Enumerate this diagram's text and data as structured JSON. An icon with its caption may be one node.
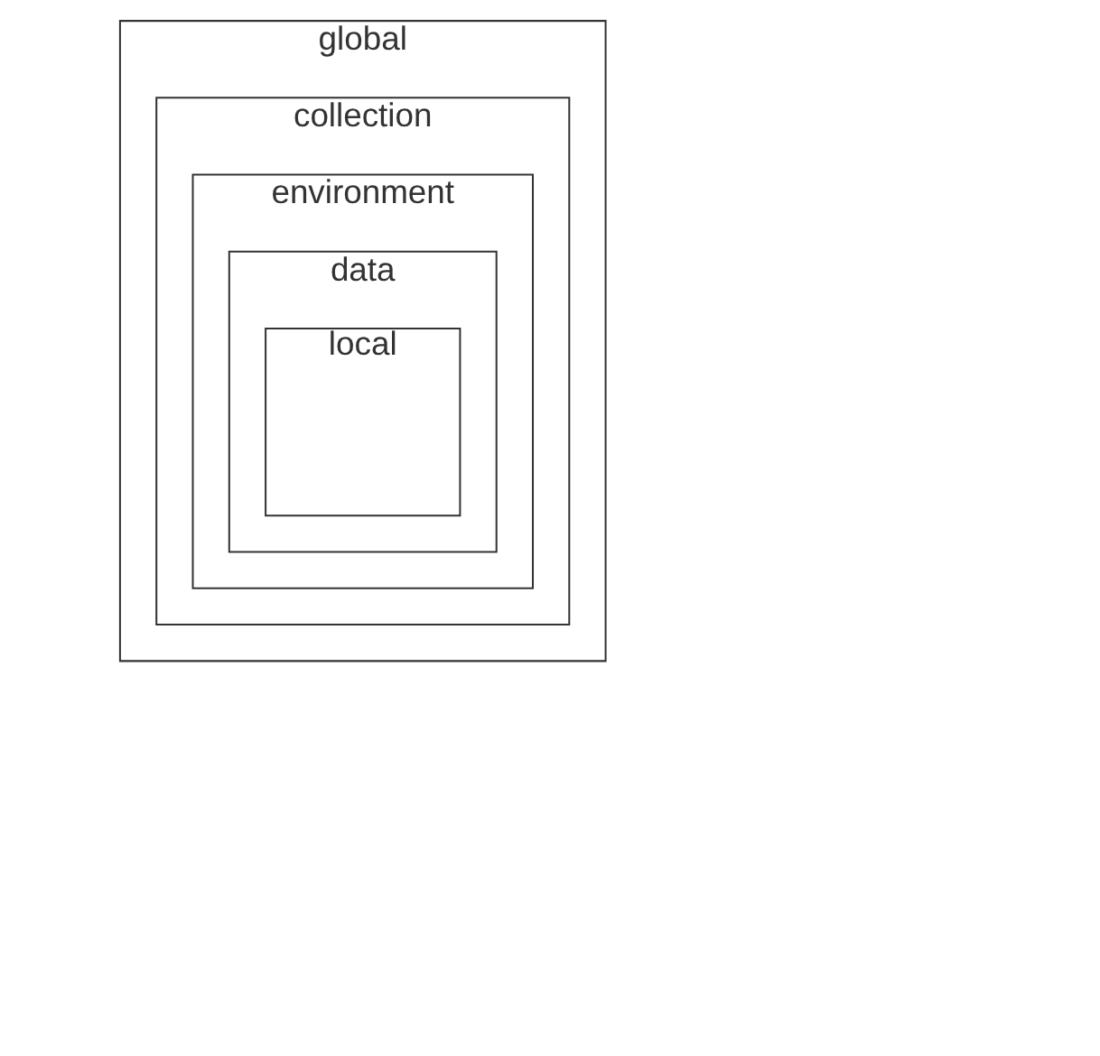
{
  "diagram": {
    "nodes": [
      {
        "text": [
          "global"
        ]
      },
      {
        "text": [
          "collection"
        ],
        "in": 0
      },
      {
        "text": [
          "environment"
        ],
        "in": 1
      },
      {
        "text": [
          "data"
        ],
        "in": 2
      },
      {
        "text": [
          "local"
        ],
        "in": 3
      }
    ]
  }
}
